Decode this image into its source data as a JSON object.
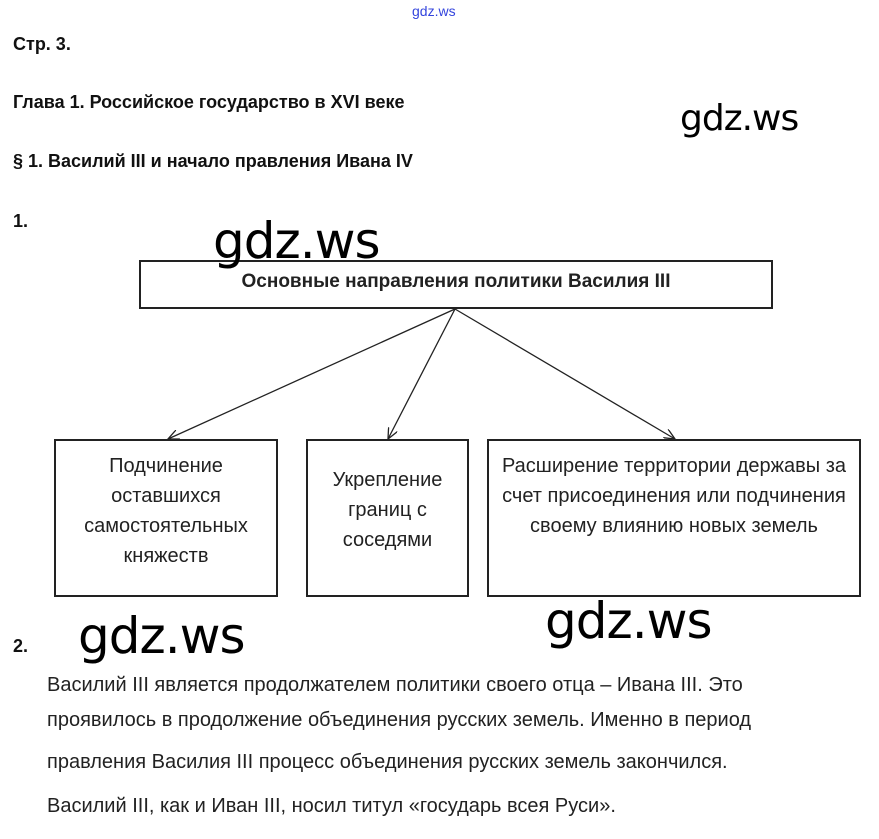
{
  "watermarks": {
    "top": "gdz.ws",
    "w1": "gdz.ws",
    "w2": "gdz.ws",
    "w3": "gdz.ws",
    "w4": "gdz.ws"
  },
  "header": {
    "page": "Стр. 3.",
    "chapter": "Глава 1. Российское государство в XVI веке",
    "section": "§ 1. Василий III и начало правления Ивана IV"
  },
  "task1": {
    "number": "1.",
    "diagram": {
      "root": "Основные направления политики Василия III",
      "children": [
        "Подчинение оставшихся самостоятельных княжеств",
        "Укрепление границ с соседями",
        "Расширение территории державы за счет присоединения или подчинения своему влиянию новых земель"
      ]
    }
  },
  "task2": {
    "number": "2.",
    "paragraphs": [
      "Василий III является продолжателем политики своего отца – Ивана III. Это",
      "проявилось в продолжение объединения русских земель. Именно в период",
      "правления Василия III процесс объединения русских земель закончился.",
      "Василий III, как и Иван III, носил титул «государь всея Руси»."
    ]
  }
}
